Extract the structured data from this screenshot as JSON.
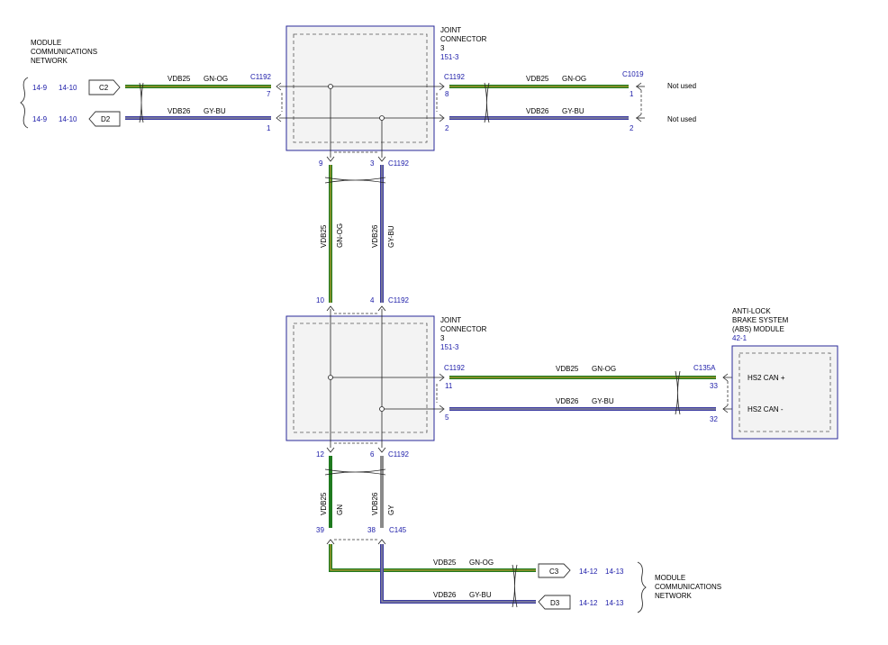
{
  "left_network": {
    "title_lines": [
      "MODULE",
      "COMMUNICATIONS",
      "NETWORK"
    ],
    "refs_row1": [
      "14-9",
      "14-10"
    ],
    "refs_row2": [
      "14-9",
      "14-10"
    ],
    "conn_c2": "C2",
    "conn_d2": "D2"
  },
  "top_jc": {
    "title_lines": [
      "JOINT",
      "CONNECTOR",
      "3"
    ],
    "ref": "151-3",
    "left_conn": "C1192",
    "right_conn": "C1192",
    "pin_left_top": "7",
    "pin_left_bottom": "1",
    "pin_right_top": "8",
    "pin_right_bottom": "2",
    "pin_bottom_a": "9",
    "pin_bottom_b": "3",
    "bottom_conn": "C1192"
  },
  "top_left_wires": {
    "w1_circuit": "VDB25",
    "w1_color": "GN-OG",
    "w2_circuit": "VDB26",
    "w2_color": "GY-BU"
  },
  "top_right_wires": {
    "w1_circuit": "VDB25",
    "w1_color": "GN-OG",
    "w2_circuit": "VDB26",
    "w2_color": "GY-BU",
    "conn": "C1019",
    "pin1": "1",
    "pin2": "2",
    "not_used_1": "Not used",
    "not_used_2": "Not used"
  },
  "vertical_mid": {
    "a_circuit": "VDB25",
    "a_color": "GN-OG",
    "b_circuit": "VDB26",
    "b_color": "GY-BU",
    "pin_a": "10",
    "pin_b": "4",
    "conn": "C1192"
  },
  "bottom_jc": {
    "title_lines": [
      "JOINT",
      "CONNECTOR",
      "3"
    ],
    "ref": "151-3",
    "right_conn": "C1192",
    "pin_right_top": "11",
    "pin_right_bottom": "5",
    "pin_bottom_a": "12",
    "pin_bottom_b": "6",
    "bottom_conn": "C1192"
  },
  "abs_wires": {
    "w1_circuit": "VDB25",
    "w1_color": "GN-OG",
    "w2_circuit": "VDB26",
    "w2_color": "GY-BU",
    "conn": "C135A",
    "pin1": "33",
    "pin2": "32"
  },
  "abs_module": {
    "title_lines": [
      "ANTI-LOCK",
      "BRAKE SYSTEM",
      "(ABS) MODULE"
    ],
    "ref": "42-1",
    "pin1_label": "HS2 CAN +",
    "pin2_label": "HS2 CAN -"
  },
  "vertical_low": {
    "a_circuit": "VDB25",
    "a_color": "GN",
    "b_circuit": "VDB26",
    "b_color": "GY",
    "pin_a": "39",
    "pin_b": "38",
    "conn": "C145"
  },
  "bottom_wires": {
    "w1_circuit": "VDB25",
    "w1_color": "GN-OG",
    "w2_circuit": "VDB26",
    "w2_color": "GY-BU",
    "conn_c3": "C3",
    "conn_d3": "D3",
    "refs_row1": [
      "14-12",
      "14-13"
    ],
    "refs_row2": [
      "14-12",
      "14-13"
    ]
  },
  "right_network": {
    "title_lines": [
      "MODULE",
      "COMMUNICATIONS",
      "NETWORK"
    ]
  },
  "colors": {
    "green": "#1f7a1f",
    "blue": "#3a3aa0",
    "gray": "#8a8a8a",
    "ref_blue": "#1a1aa8"
  }
}
